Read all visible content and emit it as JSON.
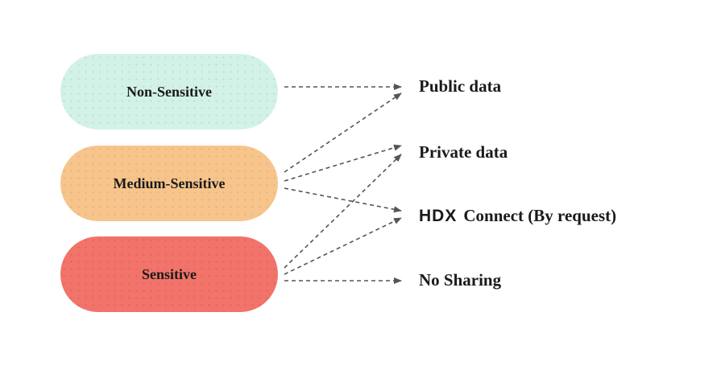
{
  "sources": [
    {
      "label": "Non-Sensitive",
      "color": "#d3f2e7"
    },
    {
      "label": "Medium-Sensitive",
      "color": "#f7c58b"
    },
    {
      "label": "Sensitive",
      "color": "#f1736a"
    }
  ],
  "targets": {
    "public": "Public data",
    "private": "Private data",
    "hdx_logo": "HDX",
    "hdx_connect": "Connect (By request)",
    "no_sharing": "No Sharing"
  },
  "connections": [
    {
      "from": "Non-Sensitive",
      "to": "Public data"
    },
    {
      "from": "Medium-Sensitive",
      "to": "Public data"
    },
    {
      "from": "Medium-Sensitive",
      "to": "Private data"
    },
    {
      "from": "Medium-Sensitive",
      "to": "HDX Connect (By request)"
    },
    {
      "from": "Sensitive",
      "to": "Private data"
    },
    {
      "from": "Sensitive",
      "to": "HDX Connect (By request)"
    },
    {
      "from": "Sensitive",
      "to": "No Sharing"
    }
  ],
  "arrow_color": "#555555"
}
